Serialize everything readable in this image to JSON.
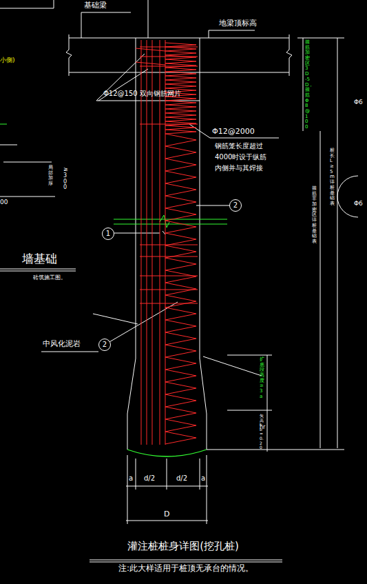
{
  "diagram": {
    "title": "灌注桩桩身详图(挖孔桩)",
    "caption": "注:此大样适用于桩顶无承台的情况。",
    "nodes": [
      {
        "text": [
          "2"
        ]
      },
      {
        "text": [
          "1"
        ]
      },
      {
        "text": [
          "2"
        ]
      }
    ],
    "edges": [],
    "labels": [
      "基础梁",
      "地梁顶标高",
      "Φ12@150 双向钢筋网片",
      "Φ12@2000",
      "钢筋笼长度超过4000时设于纵筋内侧并与其焊接",
      "中风化泥岩",
      "a",
      "d/2",
      "d/2",
      "a",
      "D",
      "箍筋加密区3D-5D，箍筋Φ8@100",
      "桩长 L≥5m 详桩基础表",
      "箍筋非加密区详桩基础表",
      "扩底段高度≥3a",
      "hr",
      "矢高hb=0.20",
      "小側)",
      "≥300",
      "局部加厚",
      "墙基础",
      "砖筑施工图。",
      "00",
      "Φ6",
      "Φ6"
    ]
  }
}
